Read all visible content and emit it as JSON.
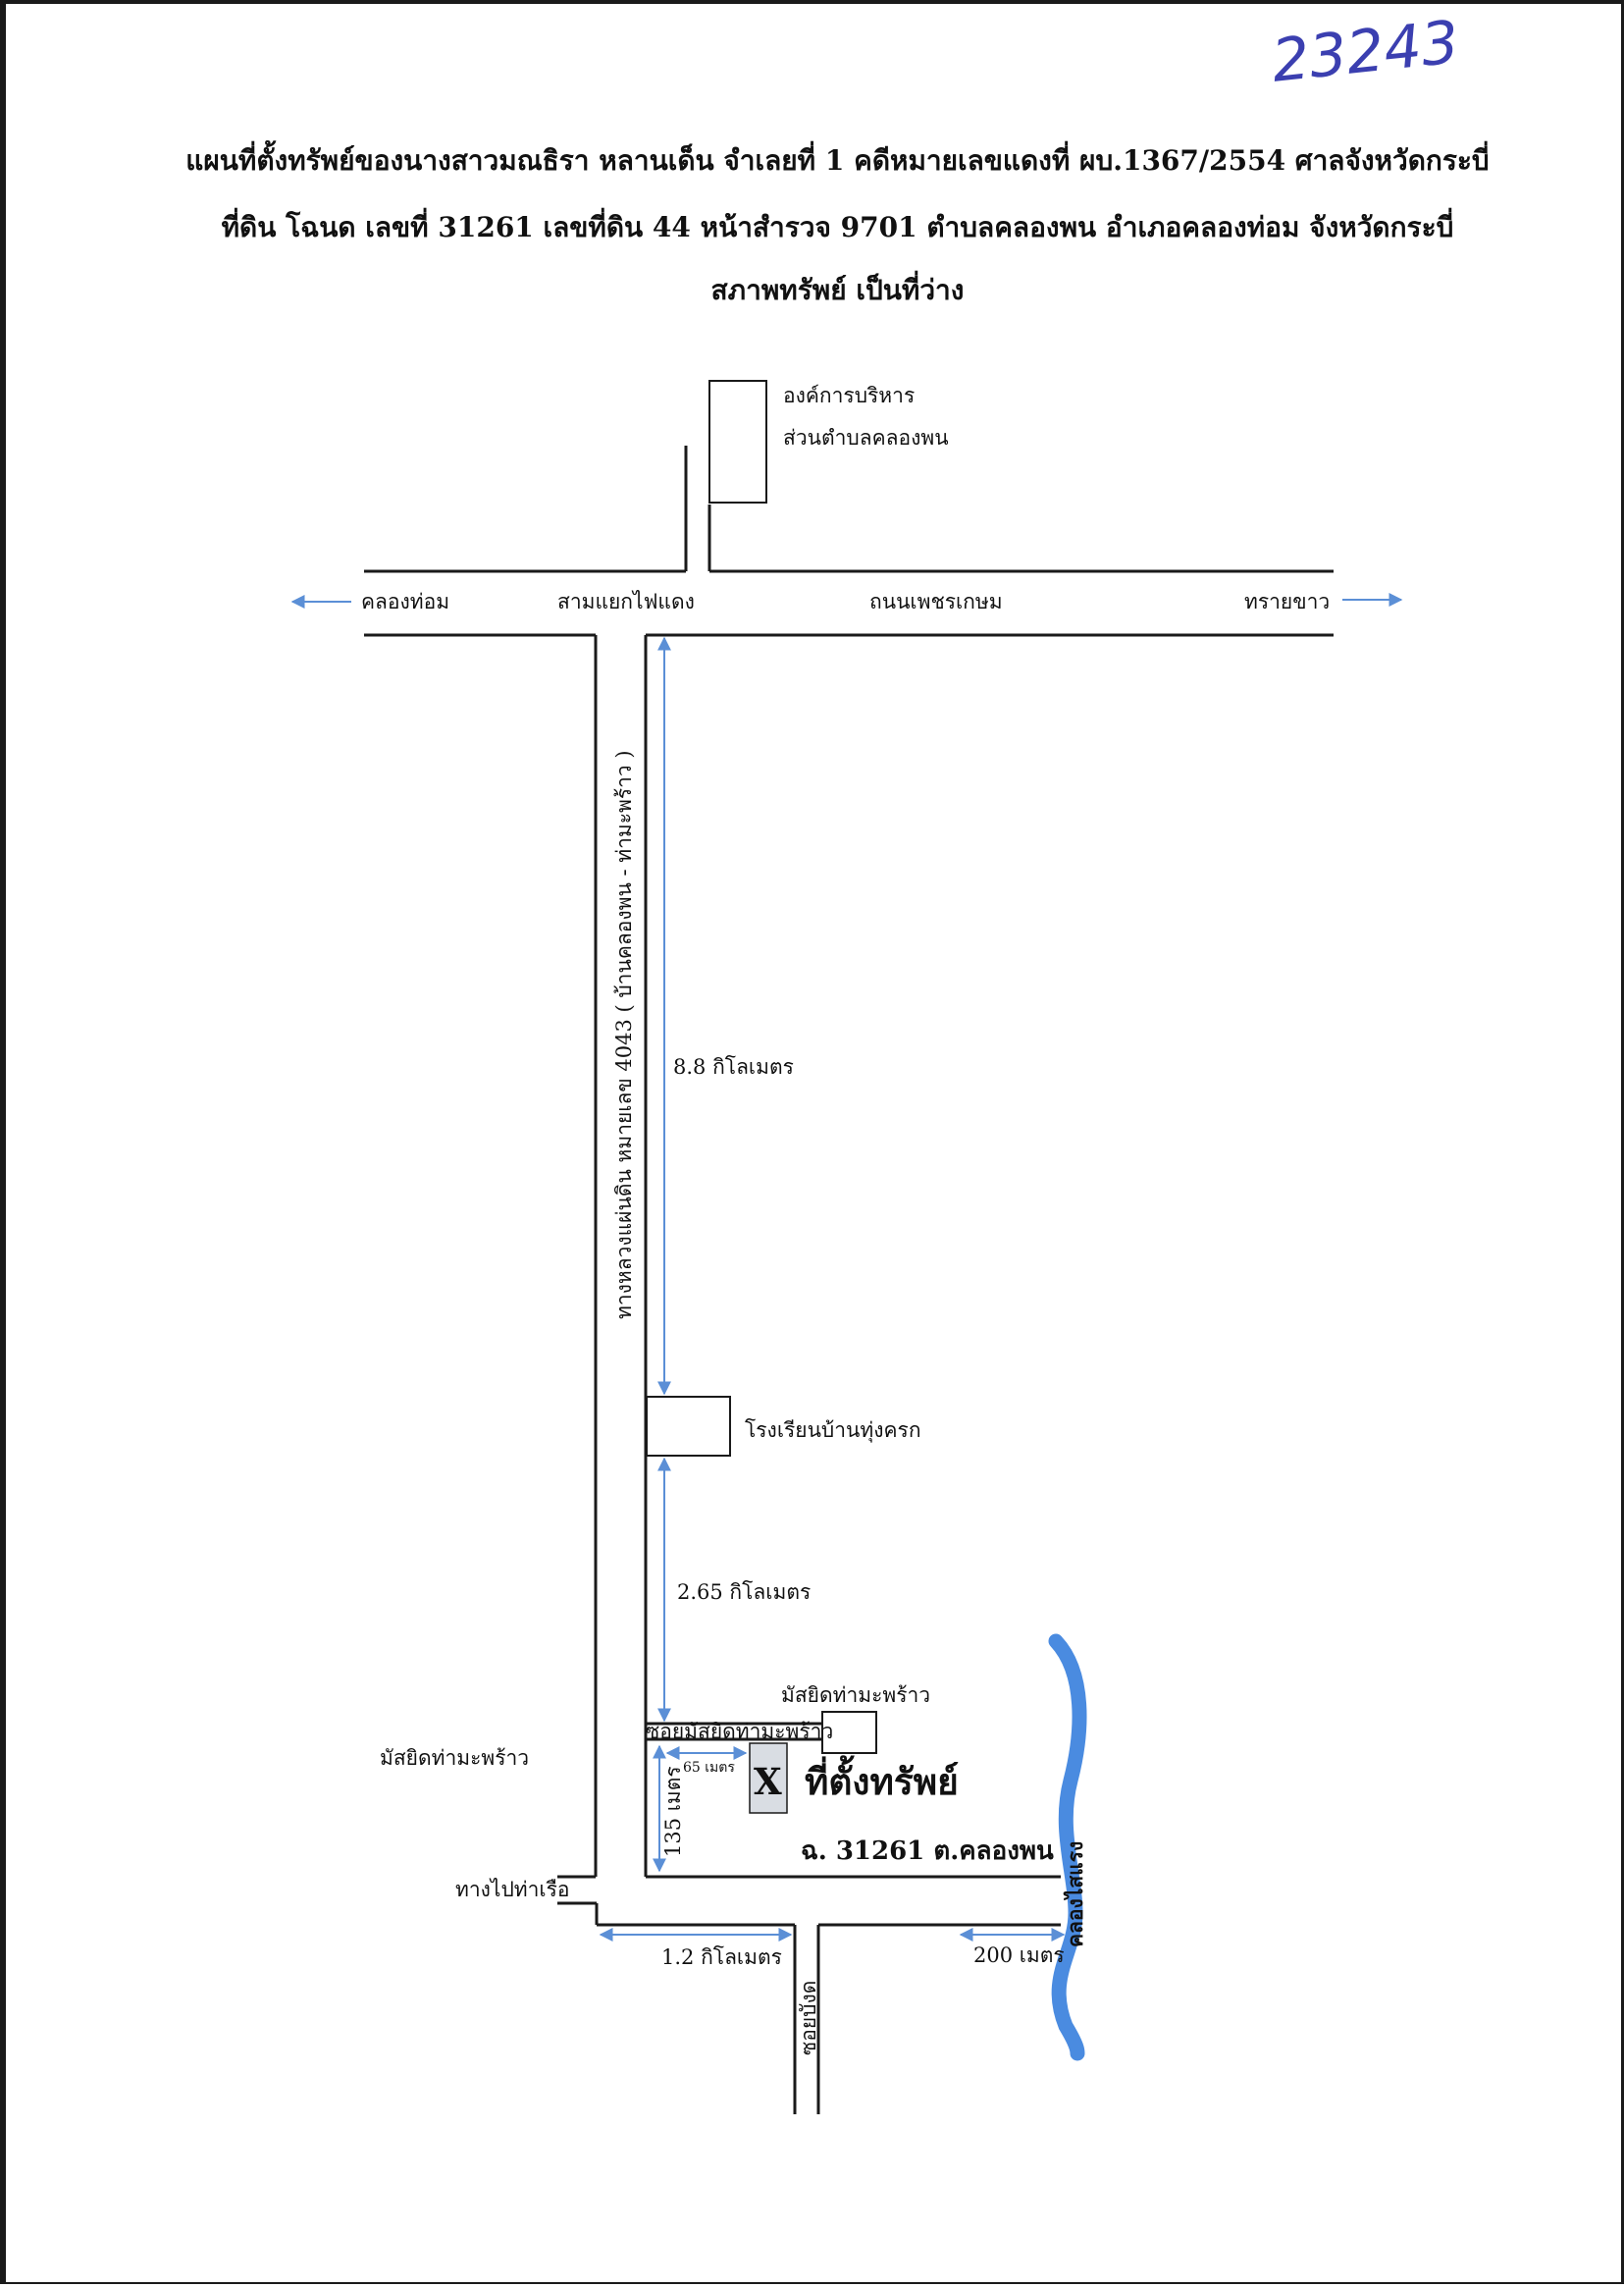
{
  "stamp_number": "23243",
  "header": {
    "line1": "แผนที่ตั้งทรัพย์ของนางสาวมณธิรา  หลานเด็น  จำเลยที่ 1 คดีหมายเลขแดงที่ ผบ.1367/2554  ศาลจังหวัดกระบี่",
    "line2": "ที่ดิน โฉนด เลขที่ 31261  เลขที่ดิน 44  หน้าสำรวจ 9701  ตำบลคลองพน  อำเภอคลองท่อม  จังหวัดกระบี่",
    "line3": "สภาพทรัพย์ เป็นที่ว่าง"
  },
  "map": {
    "landmarks": {
      "org_line1": "องค์การบริหาร",
      "org_line2": "ส่วนตำบลคลองพน",
      "school": "โรงเรียนบ้านทุ่งครก",
      "mosque_right": "มัสยิดท่ามะพร้าว",
      "mosque_left": "มัสยิดท่ามะพร้าว",
      "property_mark": "X",
      "property_label": "ที่ตั้งทรัพย์",
      "deed_label": "ฉ. 31261 ต.คลองพน"
    },
    "roads": {
      "to_left": "คลองท่อม",
      "junction": "สามแยกไฟแดง",
      "main_road": "ถนนเพชรเกษม",
      "to_right": "ทรายขาว",
      "highway": "ทางหลวงแผ่นดิน หมายเลข  4043  ( บ้านคลองพน - ท่ามะพร้าว )",
      "soi_mosque": "ซอยมัสยิดท่ามะพร้าว",
      "to_pier": "ทางไปท่าเรือ",
      "soi_bottom": "ซอยบังด",
      "canal": "คลองไสแรง"
    },
    "distances": {
      "d1": "8.8 กิโลเมตร",
      "d2": "2.65 กิโลเมตร",
      "d3": "65 เมตร",
      "d4": "135 เมตร",
      "d5": "1.2 กิโลเมตร",
      "d6": "200 เมตร"
    }
  },
  "colors": {
    "road": "#1a1a1a",
    "arrow": "#5b8fd6",
    "canal": "#4a8be0",
    "stamp": "#3b3fb0",
    "property_box": "#d9dde3"
  }
}
